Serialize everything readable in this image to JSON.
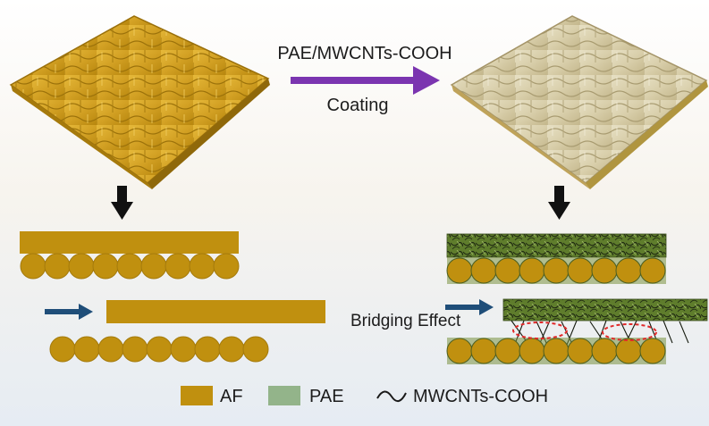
{
  "process": {
    "arrow_top_label": "PAE/MWCNTs-COOH",
    "arrow_bottom_label": "Coating",
    "arrow_color": "#7b35b0"
  },
  "annotations": {
    "bridging": "Bridging Effect"
  },
  "legend": {
    "items": [
      {
        "label": "AF",
        "swatch": "#c0900f"
      },
      {
        "label": "PAE",
        "swatch": "#93b48a"
      },
      {
        "label": "MWCNTs-COOH",
        "swatch": "#1a1a1a"
      }
    ]
  },
  "colors": {
    "fiber_gold": "#c0900f",
    "fiber_coated": "#d8cfae",
    "pae_green": "#6f8f3a",
    "cnt_dark": "#1f2a12",
    "shift_arrow": "#1f4e79",
    "down_arrow": "#111111",
    "bridge_circle": "#e02a2a"
  }
}
